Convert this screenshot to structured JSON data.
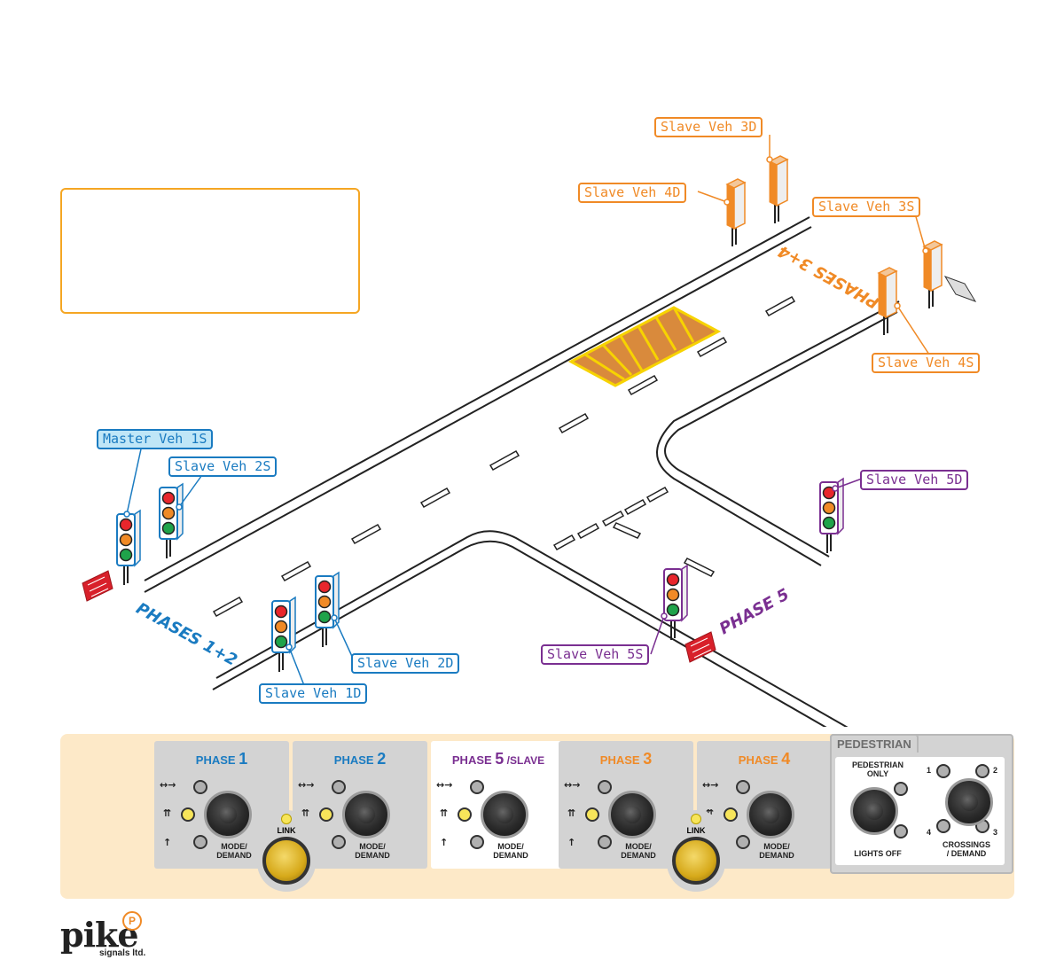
{
  "labels": {
    "master_veh_1s": "Master Veh 1S",
    "slave_veh_2s": "Slave Veh 2S",
    "slave_veh_1d": "Slave Veh 1D",
    "slave_veh_2d": "Slave Veh 2D",
    "slave_veh_3d": "Slave Veh 3D",
    "slave_veh_4d": "Slave Veh 4D",
    "slave_veh_3s": "Slave Veh 3S",
    "slave_veh_4s": "Slave Veh 4S",
    "slave_veh_5d": "Slave Veh 5D",
    "slave_veh_5s": "Slave Veh 5S"
  },
  "road_markings": {
    "phases_1_2": "PHASES 1+2",
    "phases_3_4": "PHASES 3+4",
    "phase_5": "PHASE 5"
  },
  "colors": {
    "blue": "#1a7bc1",
    "orange": "#f08a26",
    "purple": "#7a2f91",
    "panel_bg": "#fde9c8"
  },
  "panel": {
    "phases": [
      {
        "prefix": "PHASE ",
        "num": "1",
        "suffix": "",
        "color": "blue"
      },
      {
        "prefix": "PHASE ",
        "num": "2",
        "suffix": "",
        "color": "blue"
      },
      {
        "prefix": "PHASE ",
        "num": "5",
        "suffix": " /SLAVE",
        "color": "purple"
      },
      {
        "prefix": "PHASE ",
        "num": "3",
        "suffix": "",
        "color": "orange"
      },
      {
        "prefix": "PHASE ",
        "num": "4",
        "suffix": "",
        "color": "orange"
      }
    ],
    "mode_demand": "MODE/\nDEMAND",
    "link": "LINK",
    "pedestrian": {
      "tab": "PEDESTRIAN",
      "only": "PEDESTRIAN\nONLY",
      "lights_off": "LIGHTS OFF",
      "crossings": "CROSSINGS\n/ DEMAND",
      "n1": "1",
      "n2": "2",
      "n3": "3",
      "n4": "4"
    }
  },
  "logo": {
    "name": "pike",
    "sub": "signals ltd.",
    "mark": "P"
  }
}
